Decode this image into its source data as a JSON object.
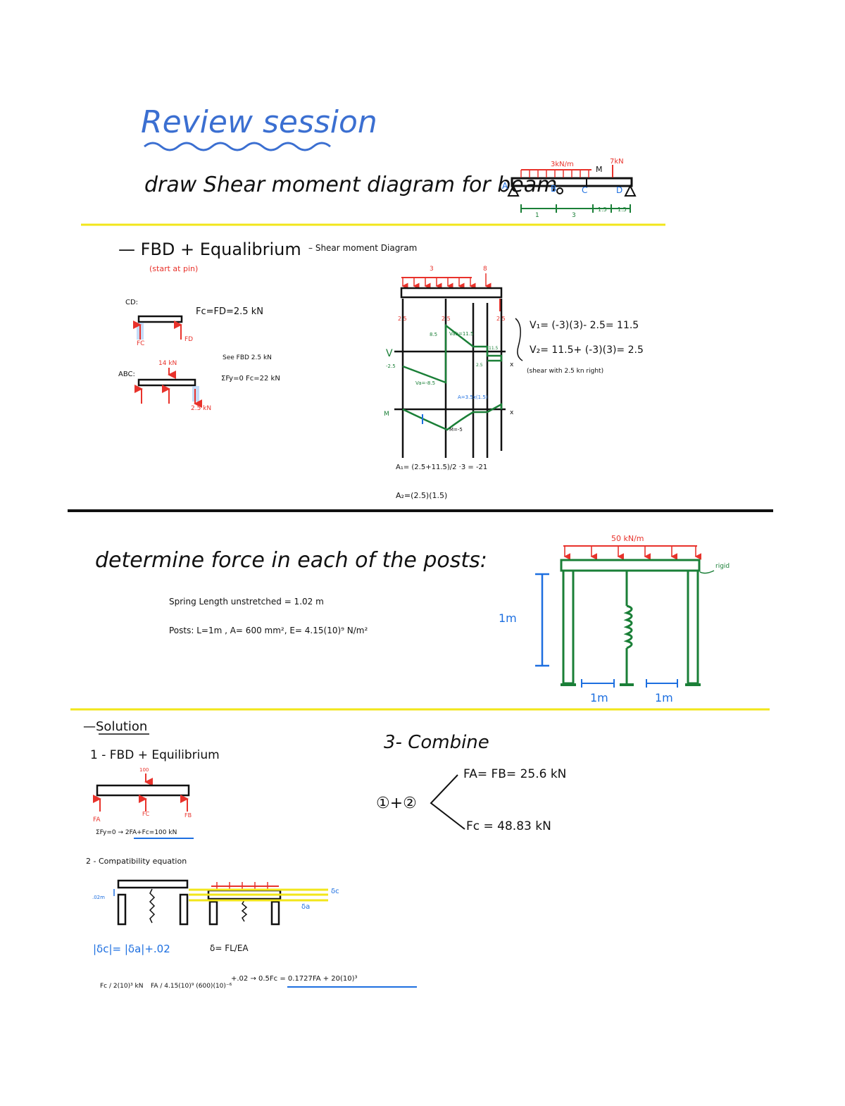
{
  "title": "Review session",
  "problem1": {
    "statement": "draw Shear moment diagram for beam",
    "sketch": {
      "load_dist": "3kN/m",
      "load_point": "7kN",
      "moment": "M",
      "points": [
        "A",
        "B",
        "C",
        "D"
      ],
      "dims": [
        "1",
        "3",
        "1.5",
        "1.5"
      ]
    },
    "fbd": {
      "heading": "FBD + Equalibrium",
      "subheading": "(start at pin)",
      "cd_label": "CD:",
      "cd_eq": "Fc=FD=2.5 kN",
      "cd_forces": [
        "FC",
        "FD"
      ],
      "abc_label": "ABC:",
      "abc_load": "14 kN",
      "abc_note1": "See FBD 2.5 kN",
      "abc_note2": "ΣFy=0  Fc=22 kN",
      "abc_tip": "2.5 kN"
    },
    "diagram": {
      "heading": "Shear moment Diagram",
      "load_dist": "3",
      "load_point": "8",
      "reactions": [
        "2.5",
        "2.5",
        "2.5"
      ],
      "v_label": "V",
      "m_label": "M",
      "x_label": "x",
      "v_values": [
        "-2.5",
        "8.5",
        "Vab=11.5",
        "11.5",
        "2.5",
        "Va=-8.5"
      ],
      "m_values": [
        "A=3.5x(1.5)",
        "M=-5"
      ],
      "eq1": "V₁= (-3)(3)- 2.5= 11.5",
      "eq2": "V₂= 11.5+ (-3)(3)= 2.5",
      "eq3": "(shear with 2.5 kn right)",
      "area1": "A₁= (2.5+11.5)/2 ·3 = -21",
      "area2": "A₂=(2.5)(1.5)"
    }
  },
  "problem2": {
    "statement": "determine force in each of the posts:",
    "given1": "Spring Length unstretched = 1.02 m",
    "given2": "Posts: L=1m , A= 600 mm², E= 4.15(10)⁹ N/m²",
    "sketch": {
      "load": "50 kN/m",
      "rigid": "rigid",
      "height": "1m",
      "span1": "1m",
      "span2": "1m"
    },
    "solution": {
      "heading": "Solution",
      "step1": "1 - FBD + Equilibrium",
      "load": "100",
      "forces": [
        "FA",
        "FC",
        "FB"
      ],
      "eq1": "ΣFy=0 → 2FA+Fc=100 kN",
      "step2": "2 - Compatibility equation",
      "delta_c": "δc",
      "delta_a": "δa",
      "gap": ".02m",
      "compat": "|δc|= |δa|+.02",
      "delta_formula": "δ= FL/EA",
      "eq2_lhs": "Fc / 2(10)³ kN",
      "eq2_rhs": "FA / 4.15(10)⁹ (600)(10)⁻⁶",
      "eq2_tail": "+.02 → 0.5Fc = 0.1727FA + 20(10)³",
      "step3": "3- Combine",
      "combine_lhs": "①+②",
      "result1": "FA= FB= 25.6 kN",
      "result2": "Fc = 48.83 kN"
    }
  },
  "colors": {
    "title": "#3b6fd1",
    "red": "#e8322b",
    "green": "#1a7f37",
    "blue": "#1d6fe0",
    "yellow": "#f2e61a",
    "ink": "#111111"
  }
}
